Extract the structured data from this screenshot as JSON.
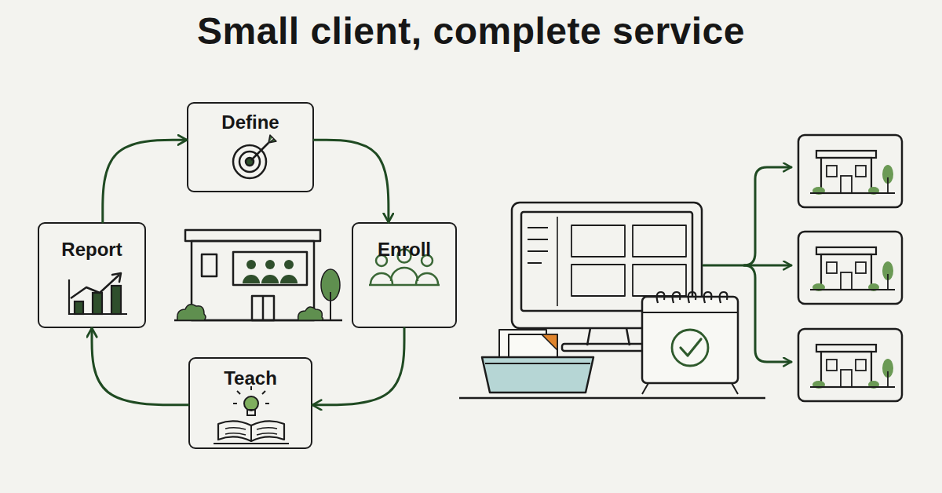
{
  "diagram": {
    "title": "Small client, complete service",
    "nodes": [
      {
        "text": [
          "Define"
        ]
      },
      {
        "text": [
          "Enroll"
        ]
      },
      {
        "text": [
          "Teach"
        ]
      },
      {
        "text": [
          "Report"
        ]
      }
    ],
    "edges": [
      {
        "from": 0,
        "to": 1,
        "arrow": "to"
      },
      {
        "from": 1,
        "to": 2,
        "arrow": "to"
      },
      {
        "from": 2,
        "to": 3,
        "arrow": "to"
      },
      {
        "from": 3,
        "to": 0,
        "arrow": "to"
      }
    ]
  }
}
